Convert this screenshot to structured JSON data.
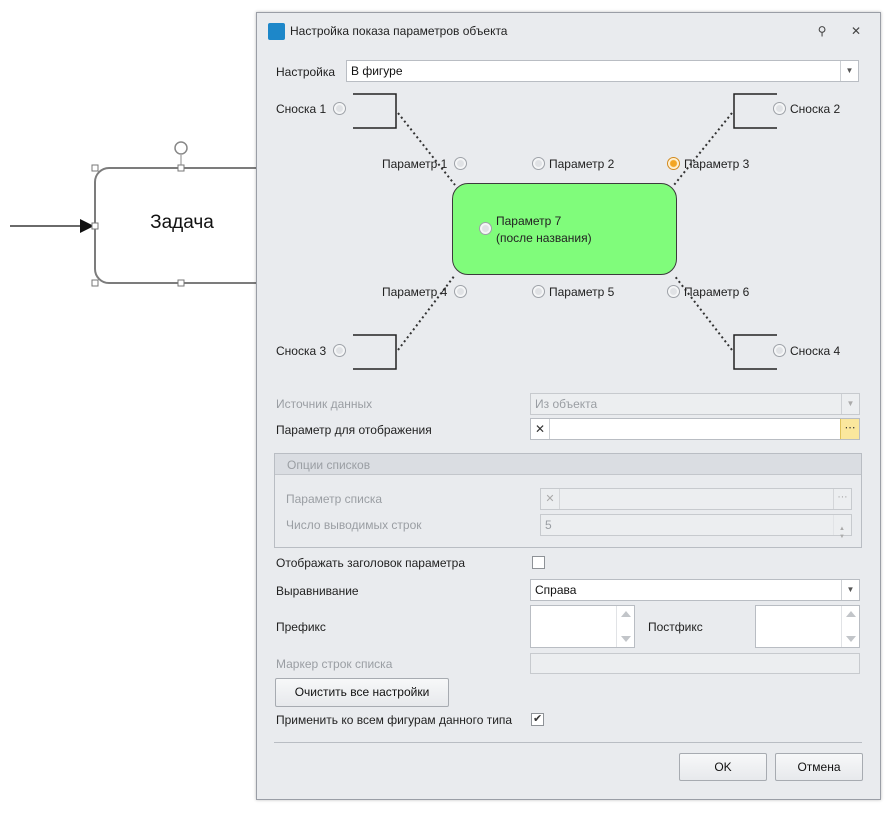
{
  "canvas": {
    "task_label": "Задача"
  },
  "dialog": {
    "title": "Настройка показа параметров объекта",
    "setting_label": "Настройка",
    "setting_value": "В фигуре",
    "layout": {
      "callout1": "Сноска 1",
      "callout2": "Сноска 2",
      "callout3": "Сноска 3",
      "callout4": "Сноска 4",
      "param1": "Параметр 1",
      "param2": "Параметр 2",
      "param3": "Параметр 3",
      "param4": "Параметр 4",
      "param5": "Параметр 5",
      "param6": "Параметр 6",
      "param7_line1": "Параметр 7",
      "param7_line2": "(после названия)",
      "selected": "Параметр 3"
    },
    "data_source_label": "Источник данных",
    "data_source_value": "Из объекта",
    "display_param_label": "Параметр для отображения",
    "display_param_value": "",
    "list_options": {
      "title": "Опции списков",
      "list_param_label": "Параметр списка",
      "row_count_label": "Число выводимых строк",
      "row_count_value": "5"
    },
    "show_header_label": "Отображать заголовок параметра",
    "show_header_checked": false,
    "alignment_label": "Выравнивание",
    "alignment_value": "Справа",
    "prefix_label": "Префикс",
    "postfix_label": "Постфикс",
    "list_marker_label": "Маркер строк списка",
    "clear_button": "Очистить все настройки",
    "apply_all_label": "Применить ко всем фигурам данного типа",
    "apply_all_checked": true,
    "ok_button": "OK",
    "cancel_button": "Отмена",
    "colors": {
      "shape_fill": "#80fc7b",
      "radio_selected": "#f3a624",
      "dialog_bg": "#e9ebee"
    }
  }
}
